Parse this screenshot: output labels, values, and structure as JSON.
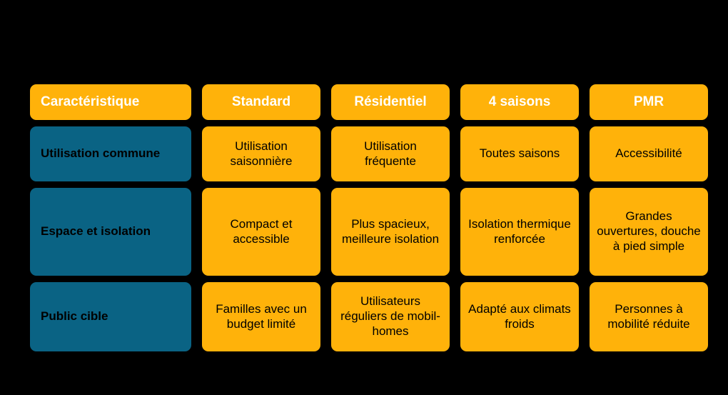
{
  "table": {
    "headers": [
      "Caractéristique",
      "Standard",
      "Résidentiel",
      "4 saisons",
      "PMR"
    ],
    "rows": [
      {
        "label": "Utilisation commune",
        "cells": [
          "Utilisation saisonnière",
          "Utilisation fréquente",
          "Toutes saisons",
          "Accessibilité"
        ]
      },
      {
        "label": "Espace et isolation",
        "cells": [
          "Compact et accessible",
          "Plus spacieux, meilleure isolation",
          "Isolation thermique renforcée",
          "Grandes ouvertures, douche à pied simple"
        ]
      },
      {
        "label": "Public cible",
        "cells": [
          "Familles avec un budget limité",
          "Utilisateurs réguliers de mobil-homes",
          "Adapté aux climats froids",
          "Personnes à mobilité réduite"
        ]
      }
    ]
  },
  "colors": {
    "background": "#000000",
    "accent_amber": "#FFB20A",
    "accent_teal": "#0A6384",
    "header_text": "#FFFFFF",
    "body_text": "#000000"
  }
}
